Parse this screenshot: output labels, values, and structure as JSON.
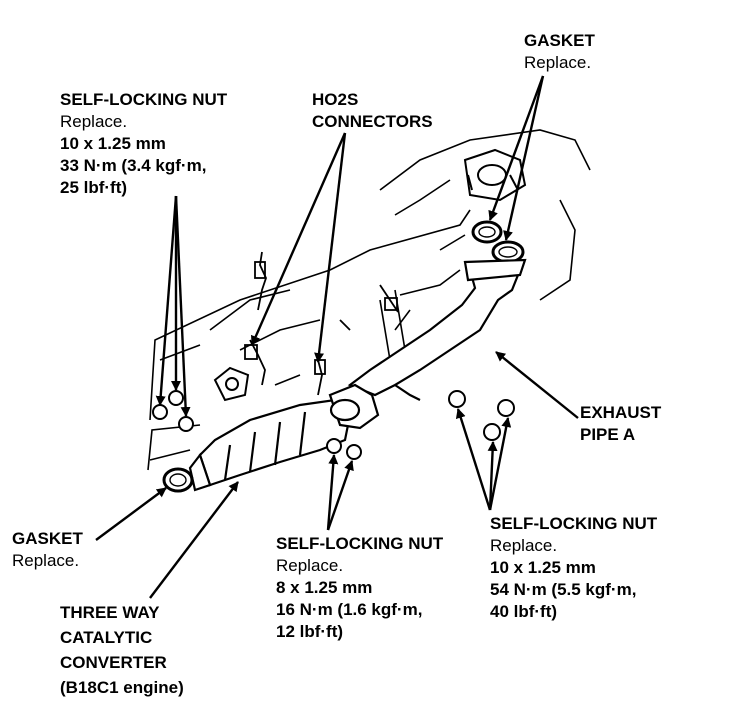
{
  "labels": {
    "nut_left": {
      "title": "SELF-LOCKING NUT",
      "note": "Replace.",
      "size": "10 x 1.25 mm",
      "torque1": "33 N·m (3.4 kgf·m,",
      "torque2": "25 lbf·ft)"
    },
    "ho2s": {
      "line1": "HO2S",
      "line2": "CONNECTORS"
    },
    "gasket_top": {
      "title": "GASKET",
      "note": "Replace."
    },
    "exhaust_pipe": {
      "line1": "EXHAUST",
      "line2": "PIPE A"
    },
    "gasket_left": {
      "title": "GASKET",
      "note": "Replace."
    },
    "catalytic": {
      "line1": "THREE WAY",
      "line2": "CATALYTIC",
      "line3": "CONVERTER",
      "line4": "(B18C1 engine)"
    },
    "nut_mid": {
      "title": "SELF-LOCKING NUT",
      "note": "Replace.",
      "size": "8 x 1.25 mm",
      "torque1": "16 N·m (1.6 kgf·m,",
      "torque2": "12 lbf·ft)"
    },
    "nut_right": {
      "title": "SELF-LOCKING NUT",
      "note": "Replace.",
      "size": "10 x 1.25 mm",
      "torque1": "54 N·m (5.5 kgf·m,",
      "torque2": "40 lbf·ft)"
    }
  }
}
